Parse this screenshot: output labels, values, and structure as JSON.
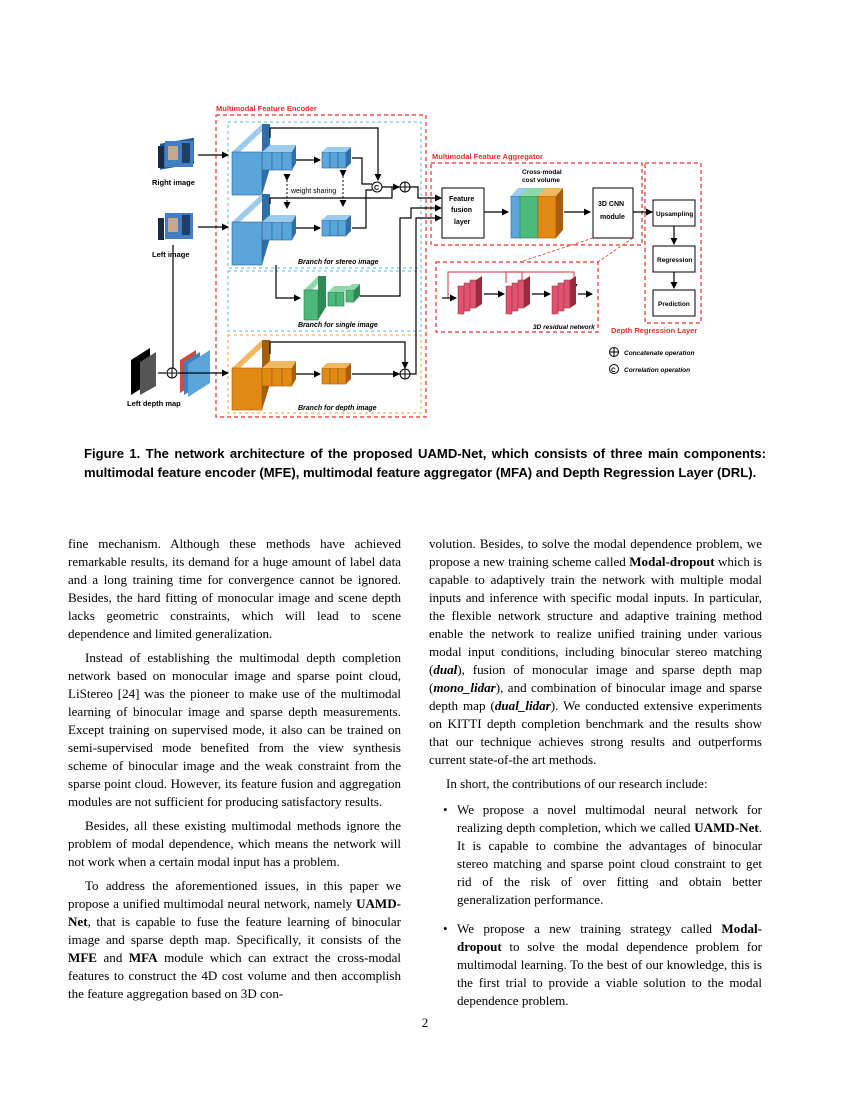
{
  "figure": {
    "mfe_title": "Multimodal Feature Encoder",
    "mfa_title": "Multimodal Feature Aggregator",
    "drl_title": "Depth Regression Layer",
    "right_image": "Right image",
    "left_image": "Left image",
    "left_depth_map": "Left depth map",
    "weight_sharing": "weight sharing",
    "branch_stereo": "Branch for stereo image",
    "branch_single": "Branch for single image",
    "branch_depth": "Branch for depth image",
    "cost_volume_line1": "Cross-modal",
    "cost_volume_line2": "cost volume",
    "fusion_line1": "Feature",
    "fusion_line2": "fusion",
    "fusion_line3": "layer",
    "cnn_line1": "3D CNN",
    "cnn_line2": "module",
    "residual": "3D residual network",
    "upsampling": "Upsampling",
    "regression": "Regression",
    "prediction": "Prediction",
    "concat_legend": "Concatenate operation",
    "corr_legend": "Correlation operation",
    "concat_symbol": "⊕",
    "corr_symbol": "C",
    "colors": {
      "red_dash": "#e8302a",
      "cyan_dash": "#55b8e0",
      "orange_dash": "#f0a030",
      "stereo_blue": "#5aa6dc",
      "single_green": "#4cb87a",
      "depth_orange": "#e08a14",
      "residual_pink": "#e0536e"
    }
  },
  "caption": "Figure 1. The network architecture of the proposed UAMD-Net, which consists of three main components: multimodal feature encoder (MFE), multimodal feature aggregator (MFA) and Depth Regression Layer (DRL).",
  "left_column": {
    "p1": "fine mechanism. Although these methods have achieved remarkable results, its demand for a huge amount of label data and a long training time for convergence cannot be ignored. Besides, the hard fitting of monocular image and scene depth lacks geometric constraints, which will lead to scene dependence and limited generalization.",
    "p2": "Instead of establishing the multimodal depth completion network based on monocular image and sparse point cloud, LiStereo [24] was the pioneer to make use of the multimodal learning of binocular image and sparse depth measurements. Except training on supervised mode, it also can be trained on semi-supervised mode benefited from the view synthesis scheme of binocular image and the weak constraint from the sparse point cloud. However, its feature fusion and aggregation modules are not sufficient for producing satisfactory results.",
    "p3": "Besides, all these existing multimodal methods ignore the problem of modal dependence, which means the network will not work when a certain modal input has a problem.",
    "p4_a": "To address the aforementioned issues, in this paper we propose a unified multimodal neural network, namely ",
    "p4_b": "UAMD-Net",
    "p4_c": ", that is capable to fuse the feature learning of binocular image and sparse depth map. Specifically, it consists of the ",
    "p4_d": "MFE",
    "p4_e": " and ",
    "p4_f": "MFA",
    "p4_g": " module which can extract the cross-modal features to construct the 4D cost volume and then accomplish the feature aggregation based on 3D con-"
  },
  "right_column": {
    "p1_a": "volution. Besides, to solve the modal dependence problem, we propose a new training scheme called ",
    "p1_b": "Modal-dropout",
    "p1_c": " which is capable to adaptively train the network with multiple modal inputs and inference with specific modal inputs. In particular, the flexible network structure and adaptive training method enable the network to realize unified training under various modal input conditions, including binocular stereo matching (",
    "p1_d": "dual",
    "p1_e": "), fusion of monocular image and sparse depth map (",
    "p1_f": "mono_lidar",
    "p1_g": "), and combination of binocular image and sparse depth map (",
    "p1_h": "dual_lidar",
    "p1_i": "). We conducted extensive experiments on KITTI depth completion benchmark and the results show that our technique achieves strong results and outperforms current state-of-the art methods.",
    "p2": "In short, the contributions of our research include:",
    "bullet": "•",
    "b1_a": "We propose a novel multimodal neural network for realizing depth completion, which we called ",
    "b1_b": "UAMD-Net",
    "b1_c": ". It is capable to combine the advantages of binocular stereo matching and sparse point cloud constraint to get rid of the risk of over fitting and obtain better generalization performance.",
    "b2_a": "We propose a new training strategy called ",
    "b2_b": "Modal-dropout",
    "b2_c": " to solve the modal dependence problem for multimodal learning. To the best of our knowledge, this is the first trial to provide a viable solution to the modal dependence problem."
  },
  "page_number": "2"
}
